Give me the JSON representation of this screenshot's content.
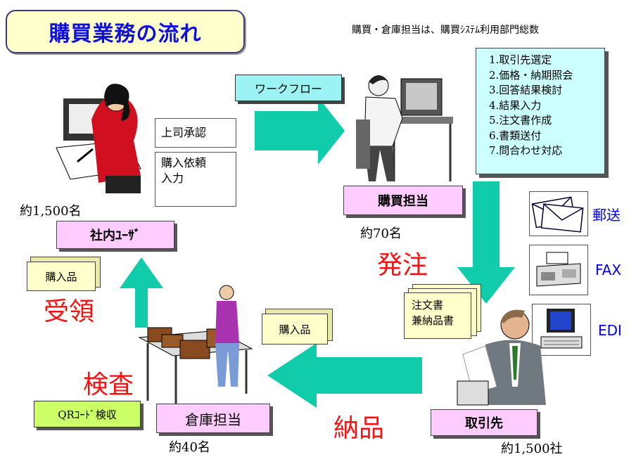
{
  "title": "購買業務の流れ",
  "note": "購買・倉庫担当は、購買ｼｽﾃﾑ利用部門総数",
  "workflow_label": "ワークフロー",
  "approval_label": "上司承認",
  "request_label": [
    "購入依頼",
    "入力"
  ],
  "internal_users": {
    "label": "社内ﾕｰｻﾞ",
    "count": "約1,500名"
  },
  "purchasing": {
    "label": "購買担当",
    "count": "約70名"
  },
  "steps": [
    "1.取引先選定",
    "2.価格・納期照会",
    "3.回答結果検討",
    "4.結果入力",
    "5.注文書作成",
    "6.書類送付",
    "7.問合わせ対応"
  ],
  "channels": [
    "郵送",
    "FAX",
    "EDI"
  ],
  "order_label": "発注",
  "order_doc": [
    "注文書",
    "兼納品書"
  ],
  "supplier": {
    "label": "取引先",
    "count": "約1,500社"
  },
  "delivery_label": "納品",
  "goods_label_right": "購入品",
  "goods_label_left": "購入品",
  "warehouse": {
    "label": "倉庫担当",
    "count": "約40名"
  },
  "inspect_label": "検査",
  "receive_label": "受領",
  "qr_label": "QRｺｰﾄﾞ検収",
  "colors": {
    "arrow": "#11ccaa",
    "title_text": "#1010dd",
    "red_text": "#ff1010",
    "pink_box": "#ffccff",
    "cyan_box": "#ccffff"
  }
}
